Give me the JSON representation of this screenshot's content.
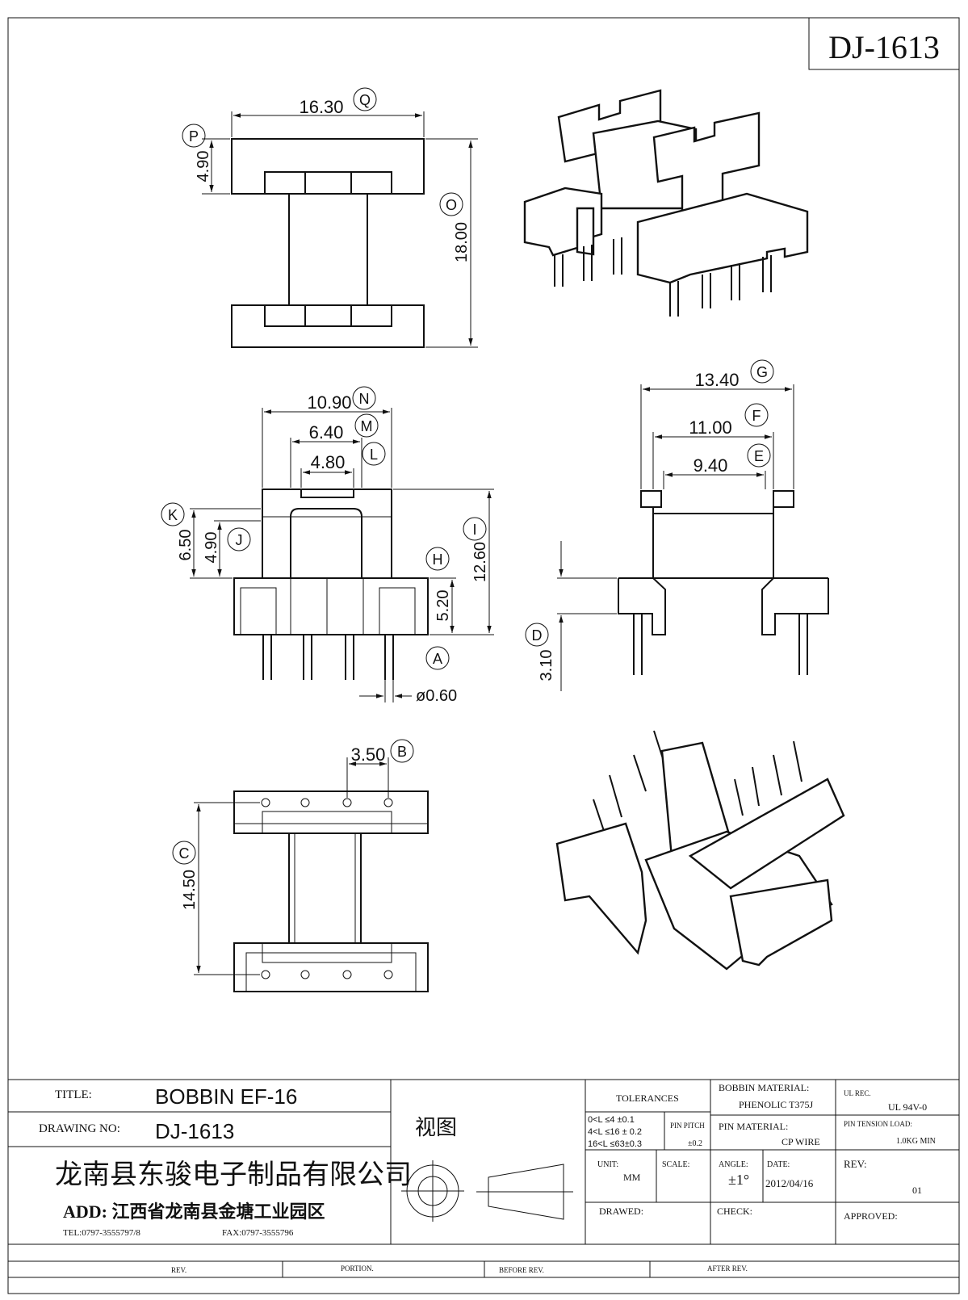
{
  "drawing_id": "DJ-1613",
  "dims": {
    "Q": {
      "value": "16.30",
      "tag": "Q"
    },
    "P": {
      "value": "4.90",
      "tag": "P"
    },
    "O": {
      "value": "18.00",
      "tag": "O"
    },
    "N": {
      "value": "10.90",
      "tag": "N"
    },
    "M": {
      "value": "6.40",
      "tag": "M"
    },
    "L": {
      "value": "4.80",
      "tag": "L"
    },
    "K": {
      "value": "6.50",
      "tag": "K"
    },
    "J": {
      "value": "4.90",
      "tag": "J"
    },
    "I": {
      "value": "12.60",
      "tag": "I"
    },
    "H": {
      "value": "5.20",
      "tag": "H"
    },
    "A": {
      "value": "ø0.60",
      "tag": "A"
    },
    "G": {
      "value": "13.40",
      "tag": "G"
    },
    "F": {
      "value": "11.00",
      "tag": "F"
    },
    "E": {
      "value": "9.40",
      "tag": "E"
    },
    "D": {
      "value": "3.10",
      "tag": "D"
    },
    "B": {
      "value": "3.50",
      "tag": "B"
    },
    "C": {
      "value": "14.50",
      "tag": "C"
    }
  },
  "title_block": {
    "title_label": "TITLE:",
    "title_value": "BOBBIN EF-16",
    "drawing_no_label": "DRAWING NO:",
    "drawing_no_value": "DJ-1613",
    "company": "龙南县东骏电子制品有限公司",
    "address": "ADD: 江西省龙南县金塘工业园区",
    "tel": "TEL:0797-3555797/8",
    "fax": "FAX:0797-3555796",
    "view_label": "视图",
    "tolerances_label": "TOLERANCES",
    "tol_line1": "0<L ≤4 ±0.1",
    "tol_line2": "4<L ≤16 ± 0.2",
    "tol_line3": "16<L ≤63±0.3",
    "pin_pitch_label": "PIN PITCH",
    "pin_pitch_value": "±0.2",
    "unit_label": "UNIT:",
    "unit_value": "MM",
    "scale_label": "SCALE:",
    "drawed_label": "DRAWED:",
    "bobbin_material_label": "BOBBIN MATERIAL:",
    "bobbin_material_value": "PHENOLIC  T375J",
    "pin_material_label": "PIN MATERIAL:",
    "pin_material_value": "CP WIRE",
    "angle_label": "ANGLE:",
    "angle_value": "±1°",
    "date_label": "DATE:",
    "date_value": "2012/04/16",
    "check_label": "CHECK:",
    "ul_rec_label": "UL REC.",
    "ul_rec_value": "UL  94V-0",
    "pin_tension_label": "PIN TENSION LOAD:",
    "pin_tension_value": "1.0KG MIN",
    "rev_label": "REV:",
    "rev_value": "01",
    "approved_label": "APPROVED:",
    "footer_rev": "REV.",
    "footer_portion": "PORTION.",
    "footer_before_rev": "BEFORE REV.",
    "footer_after_rev": "AFTER REV."
  }
}
